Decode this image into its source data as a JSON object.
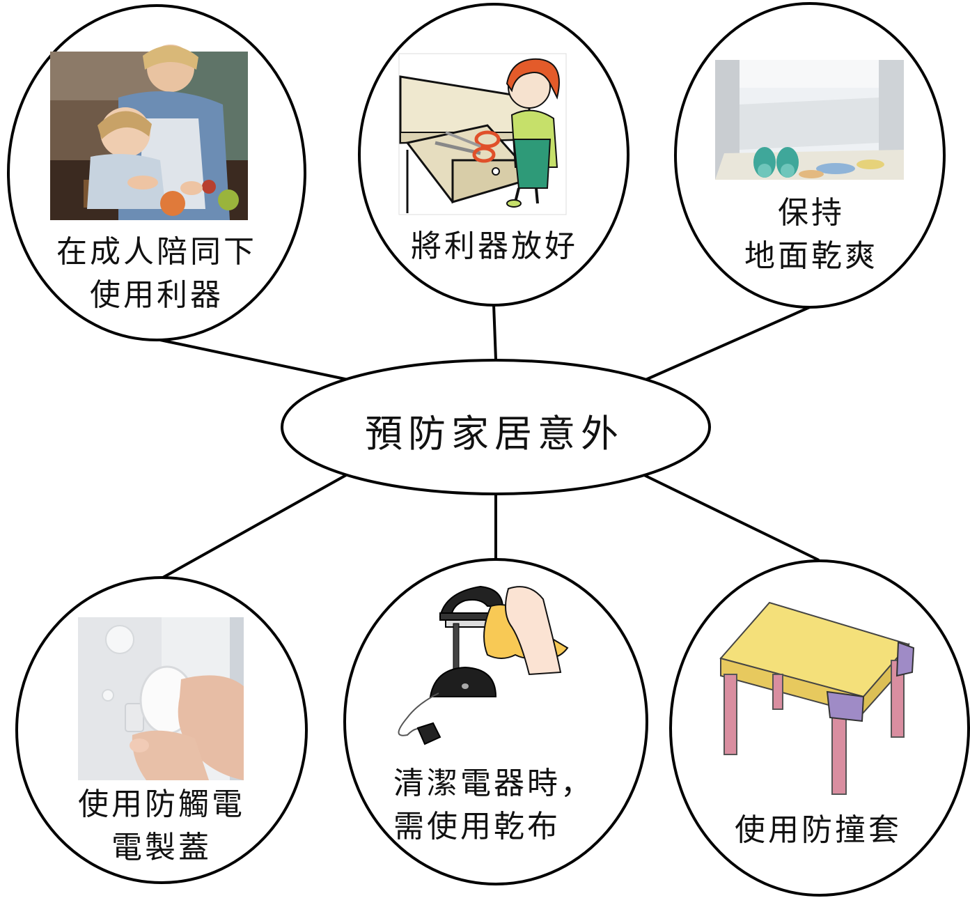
{
  "center": {
    "label": "預防家居意外"
  },
  "nodes": [
    {
      "id": "supervised-sharp-tools",
      "lines": [
        "在成人陪同下",
        "使用利器"
      ],
      "image": "mother-and-child-cutting-fruit"
    },
    {
      "id": "store-sharp-tools",
      "lines": [
        "將利器放好"
      ],
      "image": "woman-with-scissors-in-drawer"
    },
    {
      "id": "keep-floor-dry",
      "lines": [
        "保持",
        "地面乾爽"
      ],
      "image": "bathroom-with-slippers"
    },
    {
      "id": "outlet-cover",
      "lines": [
        "使用防觸電",
        "電製蓋"
      ],
      "image": "hand-inserting-outlet-cover"
    },
    {
      "id": "clean-appliances-dry-cloth",
      "lines": [
        "清潔電器時，",
        "需使用乾布"
      ],
      "image": "hand-wiping-lamp-with-cloth"
    },
    {
      "id": "corner-guards",
      "lines": [
        "使用防撞套"
      ],
      "image": "table-with-corner-guards"
    }
  ],
  "colors": {
    "stroke": "#000000",
    "text": "#111111",
    "background": "#ffffff"
  }
}
